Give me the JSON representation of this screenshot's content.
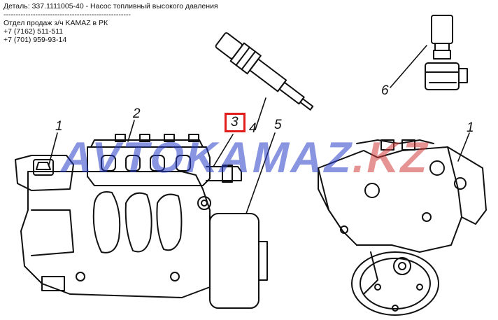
{
  "header": {
    "detail": "Деталь: 337.1111005-40 - Насос топливный высокого давления",
    "separator": "----------------------------------------------------",
    "dept": "Отдел продаж з/ч KAMAZ в РК",
    "phone1": "+7 (7162) 511-511",
    "phone2": "+7 (701) 959-93-14"
  },
  "watermark": {
    "text": "AVTOKAMAZ",
    "suffix": ".KZ"
  },
  "callouts": {
    "c1_left": "1",
    "c2": "2",
    "c3": "3",
    "c4": "4",
    "c5": "5",
    "c6": "6",
    "c1_right": "1"
  },
  "colors": {
    "highlight": "#e21d1d",
    "watermark": "#2a3fc8",
    "line": "#111111"
  }
}
